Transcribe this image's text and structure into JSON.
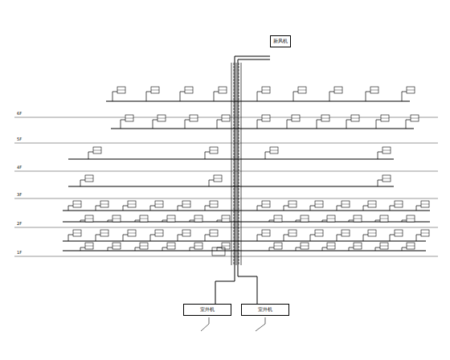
{
  "diagram": {
    "nodes": [
      {
        "text": [
          "新风机"
        ]
      },
      {
        "text": [
          "室外机"
        ]
      },
      {
        "text": [
          "室外机"
        ]
      }
    ],
    "edges": [
      {
        "from": 1,
        "to": 0,
        "arrow": "none"
      },
      {
        "from": 2,
        "to": 0,
        "arrow": "none"
      }
    ],
    "labels": [
      "6F",
      "5F",
      "4F",
      "3F",
      "2F",
      "1F"
    ]
  }
}
